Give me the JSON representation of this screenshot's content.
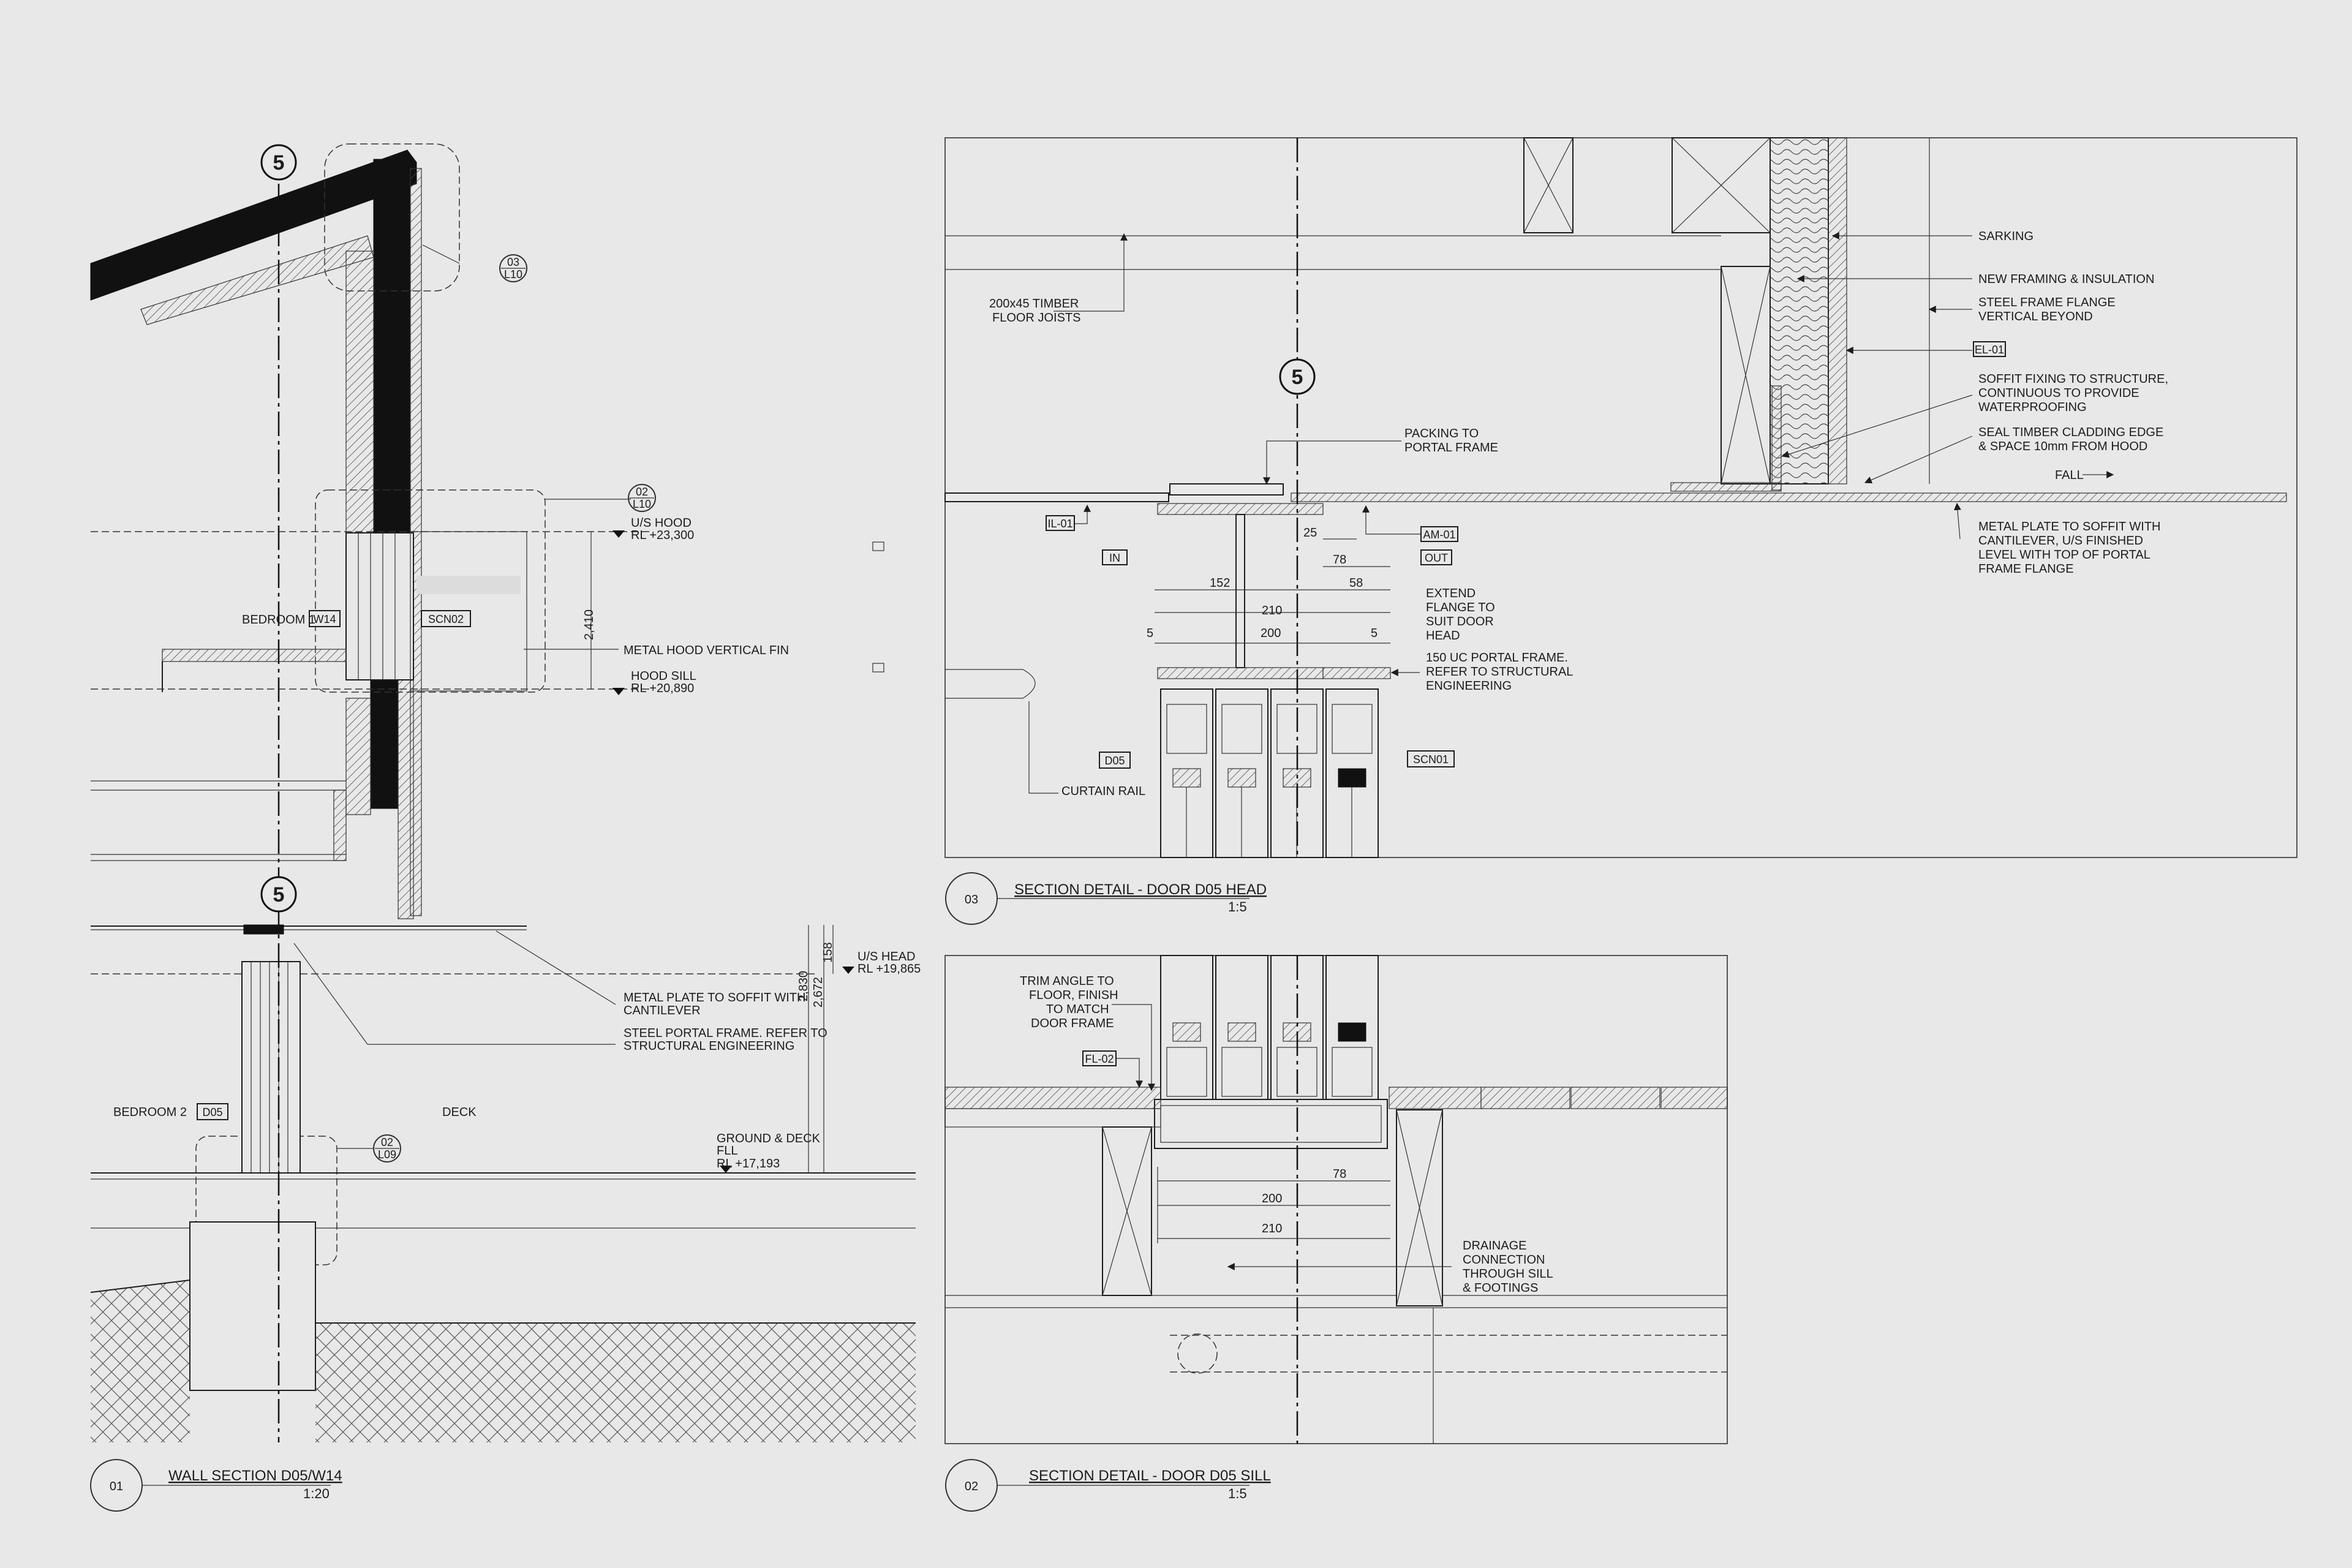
{
  "details": {
    "d01": {
      "number": "01",
      "title": "WALL SECTION D05/W14",
      "scale": "1:20"
    },
    "d02": {
      "number": "02",
      "title": "SECTION DETAIL - DOOR D05 SILL",
      "scale": "1:5"
    },
    "d03": {
      "number": "03",
      "title": "SECTION DETAIL - DOOR D05 HEAD",
      "scale": "1:5"
    }
  },
  "grid_label": "5",
  "wall_section": {
    "ref_03": {
      "num": "03",
      "sheet": "L10"
    },
    "ref_02a": {
      "num": "02",
      "sheet": "L10"
    },
    "ref_02b": {
      "num": "02",
      "sheet": "L09"
    },
    "us_hood": "U/S HOOD",
    "us_hood_rl": "RL +23,300",
    "bedroom1": "BEDROOM 1",
    "w14": "W14",
    "scn02": "SCN02",
    "dim_2410": "2,410",
    "metal_hood_fin": "METAL HOOD VERTICAL FIN",
    "hood_sill": "HOOD SILL",
    "hood_sill_rl": "RL +20,890",
    "us_head": "U/S HEAD",
    "us_head_rl": "RL +19,865",
    "dim_158": "158",
    "dim_2672": "2,672",
    "dim_2830": "2,830",
    "metal_plate_1": "METAL PLATE TO SOFFIT WITH",
    "metal_plate_2": "CANTILEVER",
    "steel_frame_1": "STEEL PORTAL FRAME. REFER TO",
    "steel_frame_2": "STRUCTURAL ENGINEERING",
    "bedroom2": "BEDROOM 2",
    "d05": "D05",
    "deck": "DECK",
    "ground_1": "GROUND & DECK",
    "ground_2": "FLL",
    "ground_rl": "RL +17,193"
  },
  "head_detail": {
    "joists_1": "200x45 TIMBER",
    "joists_2": "FLOOR JOISTS",
    "packing_1": "PACKING TO",
    "packing_2": "PORTAL FRAME",
    "sarking": "SARKING",
    "new_framing": "NEW FRAMING & INSULATION",
    "steel_flange_1": "STEEL FRAME FLANGE",
    "steel_flange_2": "VERTICAL BEYOND",
    "el01": "EL-01",
    "soffit_1": "SOFFIT FIXING TO STRUCTURE,",
    "soffit_2": "CONTINUOUS TO PROVIDE",
    "soffit_3": "WATERPROOFING",
    "seal_1": "SEAL TIMBER CLADDING EDGE",
    "seal_2": "& SPACE 10mm FROM HOOD",
    "fall": "FALL",
    "il01": "IL-01",
    "am01": "AM-01",
    "in": "IN",
    "out": "OUT",
    "dim_25": "25",
    "dim_78": "78",
    "dim_152": "152",
    "dim_58": "58",
    "dim_210": "210",
    "dim_200": "200",
    "dim_5a": "5",
    "dim_5b": "5",
    "extend_1": "EXTEND",
    "extend_2": "FLANGE TO",
    "extend_3": "SUIT DOOR",
    "extend_4": "HEAD",
    "uc_1": "150 UC PORTAL FRAME.",
    "uc_2": "REFER TO STRUCTURAL",
    "uc_3": "ENGINEERING",
    "metal_soffit_1": "METAL PLATE TO SOFFIT WITH",
    "metal_soffit_2": "CANTILEVER, U/S FINISHED",
    "metal_soffit_3": "LEVEL WITH TOP OF PORTAL",
    "metal_soffit_4": "FRAME FLANGE",
    "d05": "D05",
    "scn01": "SCN01",
    "curtain": "CURTAIN RAIL"
  },
  "sill_detail": {
    "trim_1": "TRIM ANGLE TO",
    "trim_2": "FLOOR, FINISH",
    "trim_3": "TO MATCH",
    "trim_4": "DOOR FRAME",
    "fl02": "FL-02",
    "dim_78": "78",
    "dim_200": "200",
    "dim_210": "210",
    "drain_1": "DRAINAGE",
    "drain_2": "CONNECTION",
    "drain_3": "THROUGH SILL",
    "drain_4": "& FOOTINGS"
  }
}
